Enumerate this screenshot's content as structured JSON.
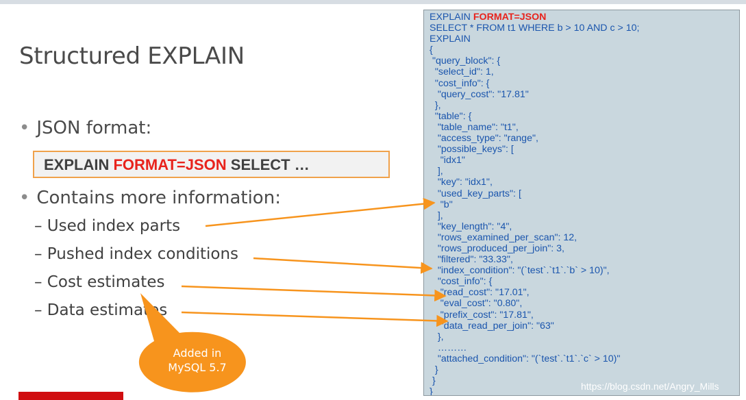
{
  "slide": {
    "title": "Structured EXPLAIN",
    "bullets": [
      "JSON format:",
      "Contains more information:"
    ],
    "command_box": {
      "prefix": "EXPLAIN ",
      "highlight": "FORMAT=JSON",
      "suffix": " SELECT …"
    },
    "sub_items": [
      "– Used index parts",
      "– Pushed index conditions",
      "– Cost estimates",
      "– Data estimates"
    ],
    "callout": {
      "line1": "Added in",
      "line2": "MySQL 5.7"
    }
  },
  "code_panel": {
    "header_prefix": "EXPLAIN ",
    "header_highlight": "FORMAT=JSON",
    "lines": [
      "SELECT * FROM t1 WHERE b > 10 AND c > 10;",
      "EXPLAIN",
      "{",
      " \"query_block\": {",
      "  \"select_id\": 1,",
      "  \"cost_info\": {",
      "   \"query_cost\": \"17.81\"",
      "  },",
      "  \"table\": {",
      "   \"table_name\": \"t1\",",
      "   \"access_type\": \"range\",",
      "   \"possible_keys\": [",
      "    \"idx1\"",
      "   ],",
      "   \"key\": \"idx1\",",
      "   \"used_key_parts\": [",
      "    \"b\"",
      "   ],",
      "   \"key_length\": \"4\",",
      "   \"rows_examined_per_scan\": 12,",
      "   \"rows_produced_per_join\": 3,",
      "   \"filtered\": \"33.33\",",
      "   \"index_condition\": \"(`test`.`t1`.`b` > 10)\",",
      "   \"cost_info\": {",
      "    \"read_cost\": \"17.01\",",
      "    \"eval_cost\": \"0.80\",",
      "    \"prefix_cost\": \"17.81\",",
      "    \"data_read_per_join\": \"63\"",
      "   },",
      "   ………",
      "   \"attached_condition\": \"(`test`.`t1`.`c` > 10)\"",
      "  }",
      " }",
      "}"
    ]
  },
  "watermark": "https://blog.csdn.net/Angry_Mills",
  "colors": {
    "accent_orange": "#f0a14a",
    "arrow_orange": "#f7941d",
    "highlight_red": "#e8231c",
    "code_blue": "#1a55ad",
    "code_bg": "#c9d7de",
    "brand_red": "#d00e10"
  }
}
